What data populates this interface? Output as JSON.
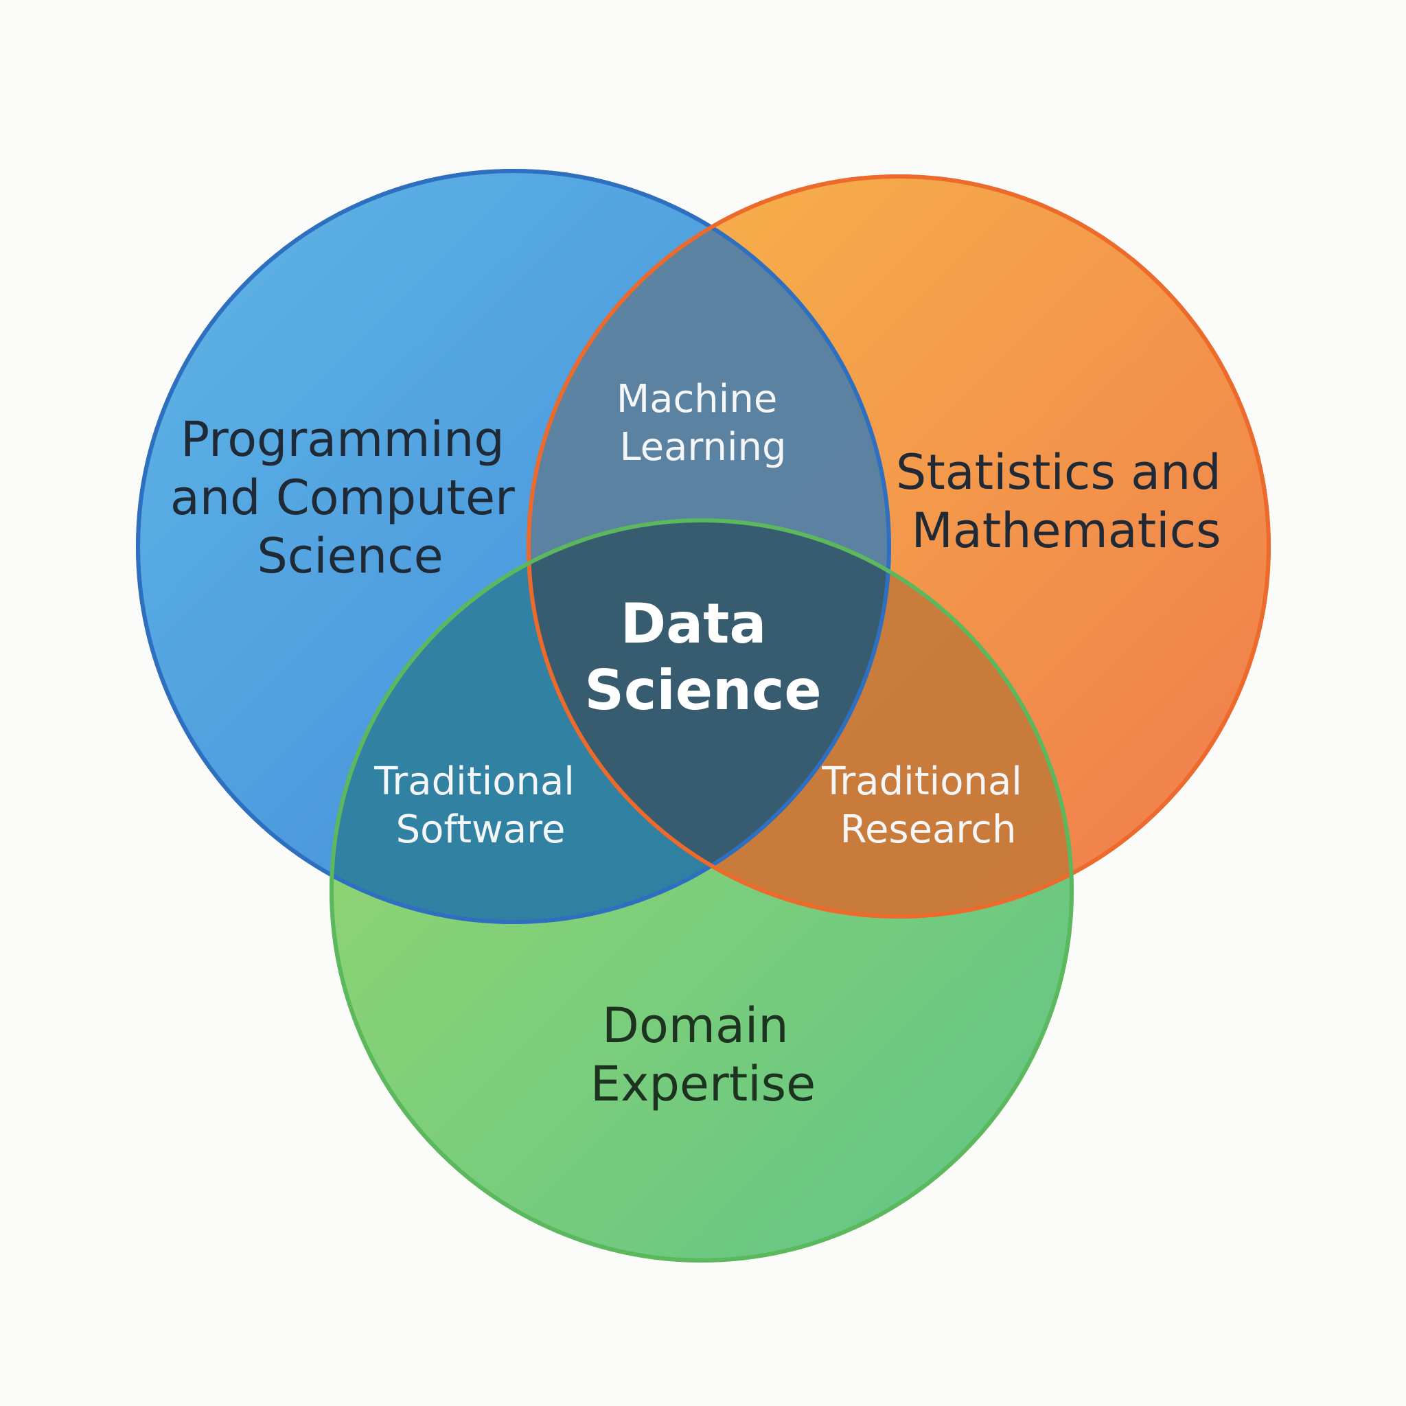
{
  "diagram": {
    "type": "venn",
    "sets": [
      {
        "id": "blue",
        "lines": [
          "Programming",
          "and Computer",
          "Science"
        ],
        "color": "#4a9ee0",
        "stroke": "#2e6fc0"
      },
      {
        "id": "orange",
        "lines": [
          "Statistics and",
          "Mathematics"
        ],
        "color": "#f39a45",
        "stroke": "#ec6a2c"
      },
      {
        "id": "green",
        "lines": [
          "Domain",
          "Expertise"
        ],
        "color": "#86cf75",
        "stroke": "#5cb85c"
      }
    ],
    "intersections": {
      "blue_orange": [
        "Machine",
        "Learning"
      ],
      "blue_green": [
        "Traditional",
        "Software"
      ],
      "orange_green": [
        "Traditional",
        "Research"
      ],
      "all": [
        "Data",
        "Science"
      ]
    },
    "colors": {
      "background": "#fbfbfa",
      "blue_orange": "#4e7fa8",
      "blue_green": "#2f7f9c",
      "orange_green": "#c57a3a",
      "center": "#2f5a72"
    }
  }
}
